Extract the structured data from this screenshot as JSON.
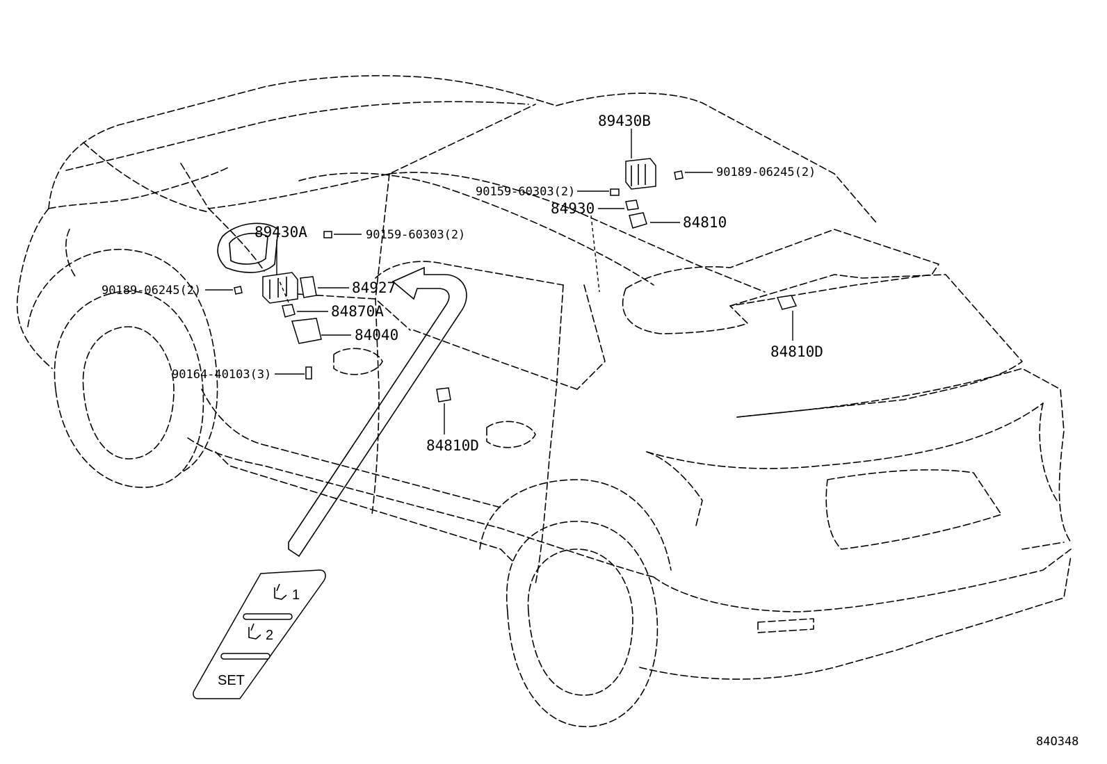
{
  "diagram": {
    "ref_code": "84O348",
    "part_labels": {
      "p89430B": "89430B",
      "p90189_r": "90189-06245(2)",
      "p90159_r": "90159-60303(2)",
      "p84930": "84930",
      "p84810": "84810",
      "p89430A": "89430A",
      "p90159_l": "90159-60303(2)",
      "p90189_l": "90189-06245(2)",
      "p84927": "84927",
      "p84870A": "84870A",
      "p84040": "84040",
      "p90164": "90164-40103(3)",
      "p84810D_rear": "84810D",
      "p84810D_door": "84810D"
    },
    "memory_switch": {
      "button1": "1",
      "button2": "2",
      "set": "SET"
    }
  }
}
